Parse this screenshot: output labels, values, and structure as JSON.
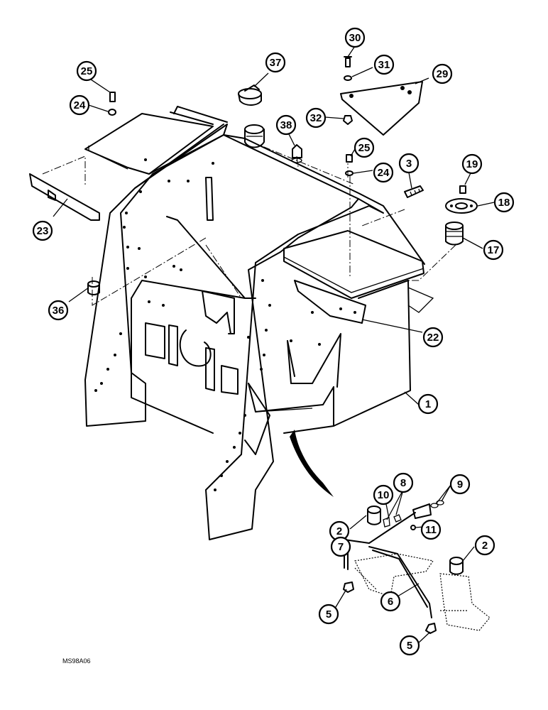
{
  "diagram": {
    "drawing_code": "MS98A06",
    "callouts": [
      {
        "label": "25"
      },
      {
        "label": "24"
      },
      {
        "label": "23"
      },
      {
        "label": "36"
      },
      {
        "label": "37"
      },
      {
        "label": "38"
      },
      {
        "label": "30"
      },
      {
        "label": "31"
      },
      {
        "label": "29"
      },
      {
        "label": "32"
      },
      {
        "label": "25"
      },
      {
        "label": "24"
      },
      {
        "label": "3"
      },
      {
        "label": "19"
      },
      {
        "label": "18"
      },
      {
        "label": "17"
      },
      {
        "label": "22"
      },
      {
        "label": "1"
      },
      {
        "label": "2"
      },
      {
        "label": "10"
      },
      {
        "label": "8"
      },
      {
        "label": "9"
      },
      {
        "label": "11"
      },
      {
        "label": "7"
      },
      {
        "label": "2"
      },
      {
        "label": "5"
      },
      {
        "label": "6"
      },
      {
        "label": "5"
      }
    ]
  }
}
